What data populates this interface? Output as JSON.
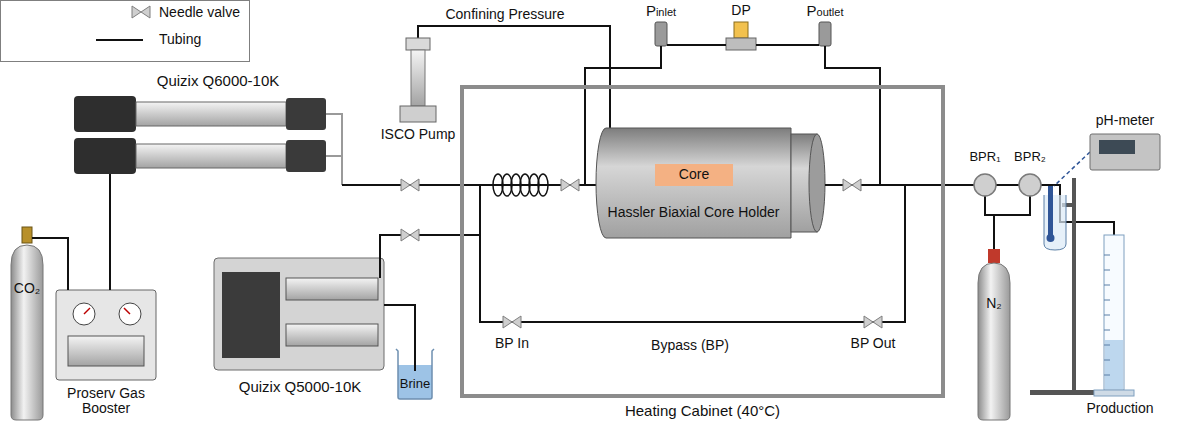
{
  "diagram": {
    "nodes": [
      {
        "text": [
          "Heating Cabinet (40°C)"
        ]
      },
      {
        "text": [
          "Hassler Biaxial Core Holder"
        ],
        "in": 0
      },
      {
        "text": [
          "Core"
        ],
        "in": 1
      },
      {
        "text": [
          "BP In"
        ],
        "in": 0
      },
      {
        "text": [
          "BP Out"
        ],
        "in": 0
      },
      {
        "text": [
          "ISCO Pump"
        ]
      },
      {
        "text": [
          "Pinlet"
        ]
      },
      {
        "text": [
          "DP"
        ]
      },
      {
        "text": [
          "Poutlet"
        ]
      },
      {
        "text": [
          "Quizix Q6000-10K"
        ]
      },
      {
        "text": [
          "CO₂"
        ]
      },
      {
        "text": [
          "Proserv Gas Booster"
        ]
      },
      {
        "text": [
          "Quizix Q5000-10K"
        ]
      },
      {
        "text": [
          "Brine"
        ]
      },
      {
        "text": [
          "BPR₁"
        ]
      },
      {
        "text": [
          "BPR₂"
        ]
      },
      {
        "text": [
          "N₂"
        ]
      },
      {
        "text": [
          "pH-meter"
        ]
      },
      {
        "text": [
          "Production"
        ]
      }
    ],
    "edges": [
      {
        "from": 5,
        "to": 1,
        "arrow": "none",
        "label": "Confining Pressure"
      },
      {
        "from": 1,
        "to": 6,
        "arrow": "none"
      },
      {
        "from": 6,
        "to": 7,
        "arrow": "none"
      },
      {
        "from": 7,
        "to": 8,
        "arrow": "none"
      },
      {
        "from": 8,
        "to": 1,
        "arrow": "none"
      },
      {
        "from": 10,
        "to": 11,
        "arrow": "none"
      },
      {
        "from": 11,
        "to": 9,
        "arrow": "none"
      },
      {
        "from": 9,
        "to": 1,
        "arrow": "none"
      },
      {
        "from": 9,
        "to": 3,
        "arrow": "none"
      },
      {
        "from": 13,
        "to": 12,
        "arrow": "none"
      },
      {
        "from": 12,
        "to": 1,
        "arrow": "none"
      },
      {
        "from": 12,
        "to": 3,
        "arrow": "none"
      },
      {
        "from": 3,
        "to": 4,
        "arrow": "none",
        "label": "Bypass (BP)"
      },
      {
        "from": 1,
        "to": 14,
        "arrow": "none"
      },
      {
        "from": 4,
        "to": 14,
        "arrow": "none"
      },
      {
        "from": 14,
        "to": 15,
        "arrow": "none"
      },
      {
        "from": 16,
        "to": 14,
        "arrow": "none"
      },
      {
        "from": 16,
        "to": 15,
        "arrow": "none"
      },
      {
        "from": 15,
        "to": 18,
        "arrow": "none"
      }
    ],
    "legend": [
      {
        "text": "Needle valve"
      },
      {
        "text": "Tubing"
      }
    ]
  }
}
